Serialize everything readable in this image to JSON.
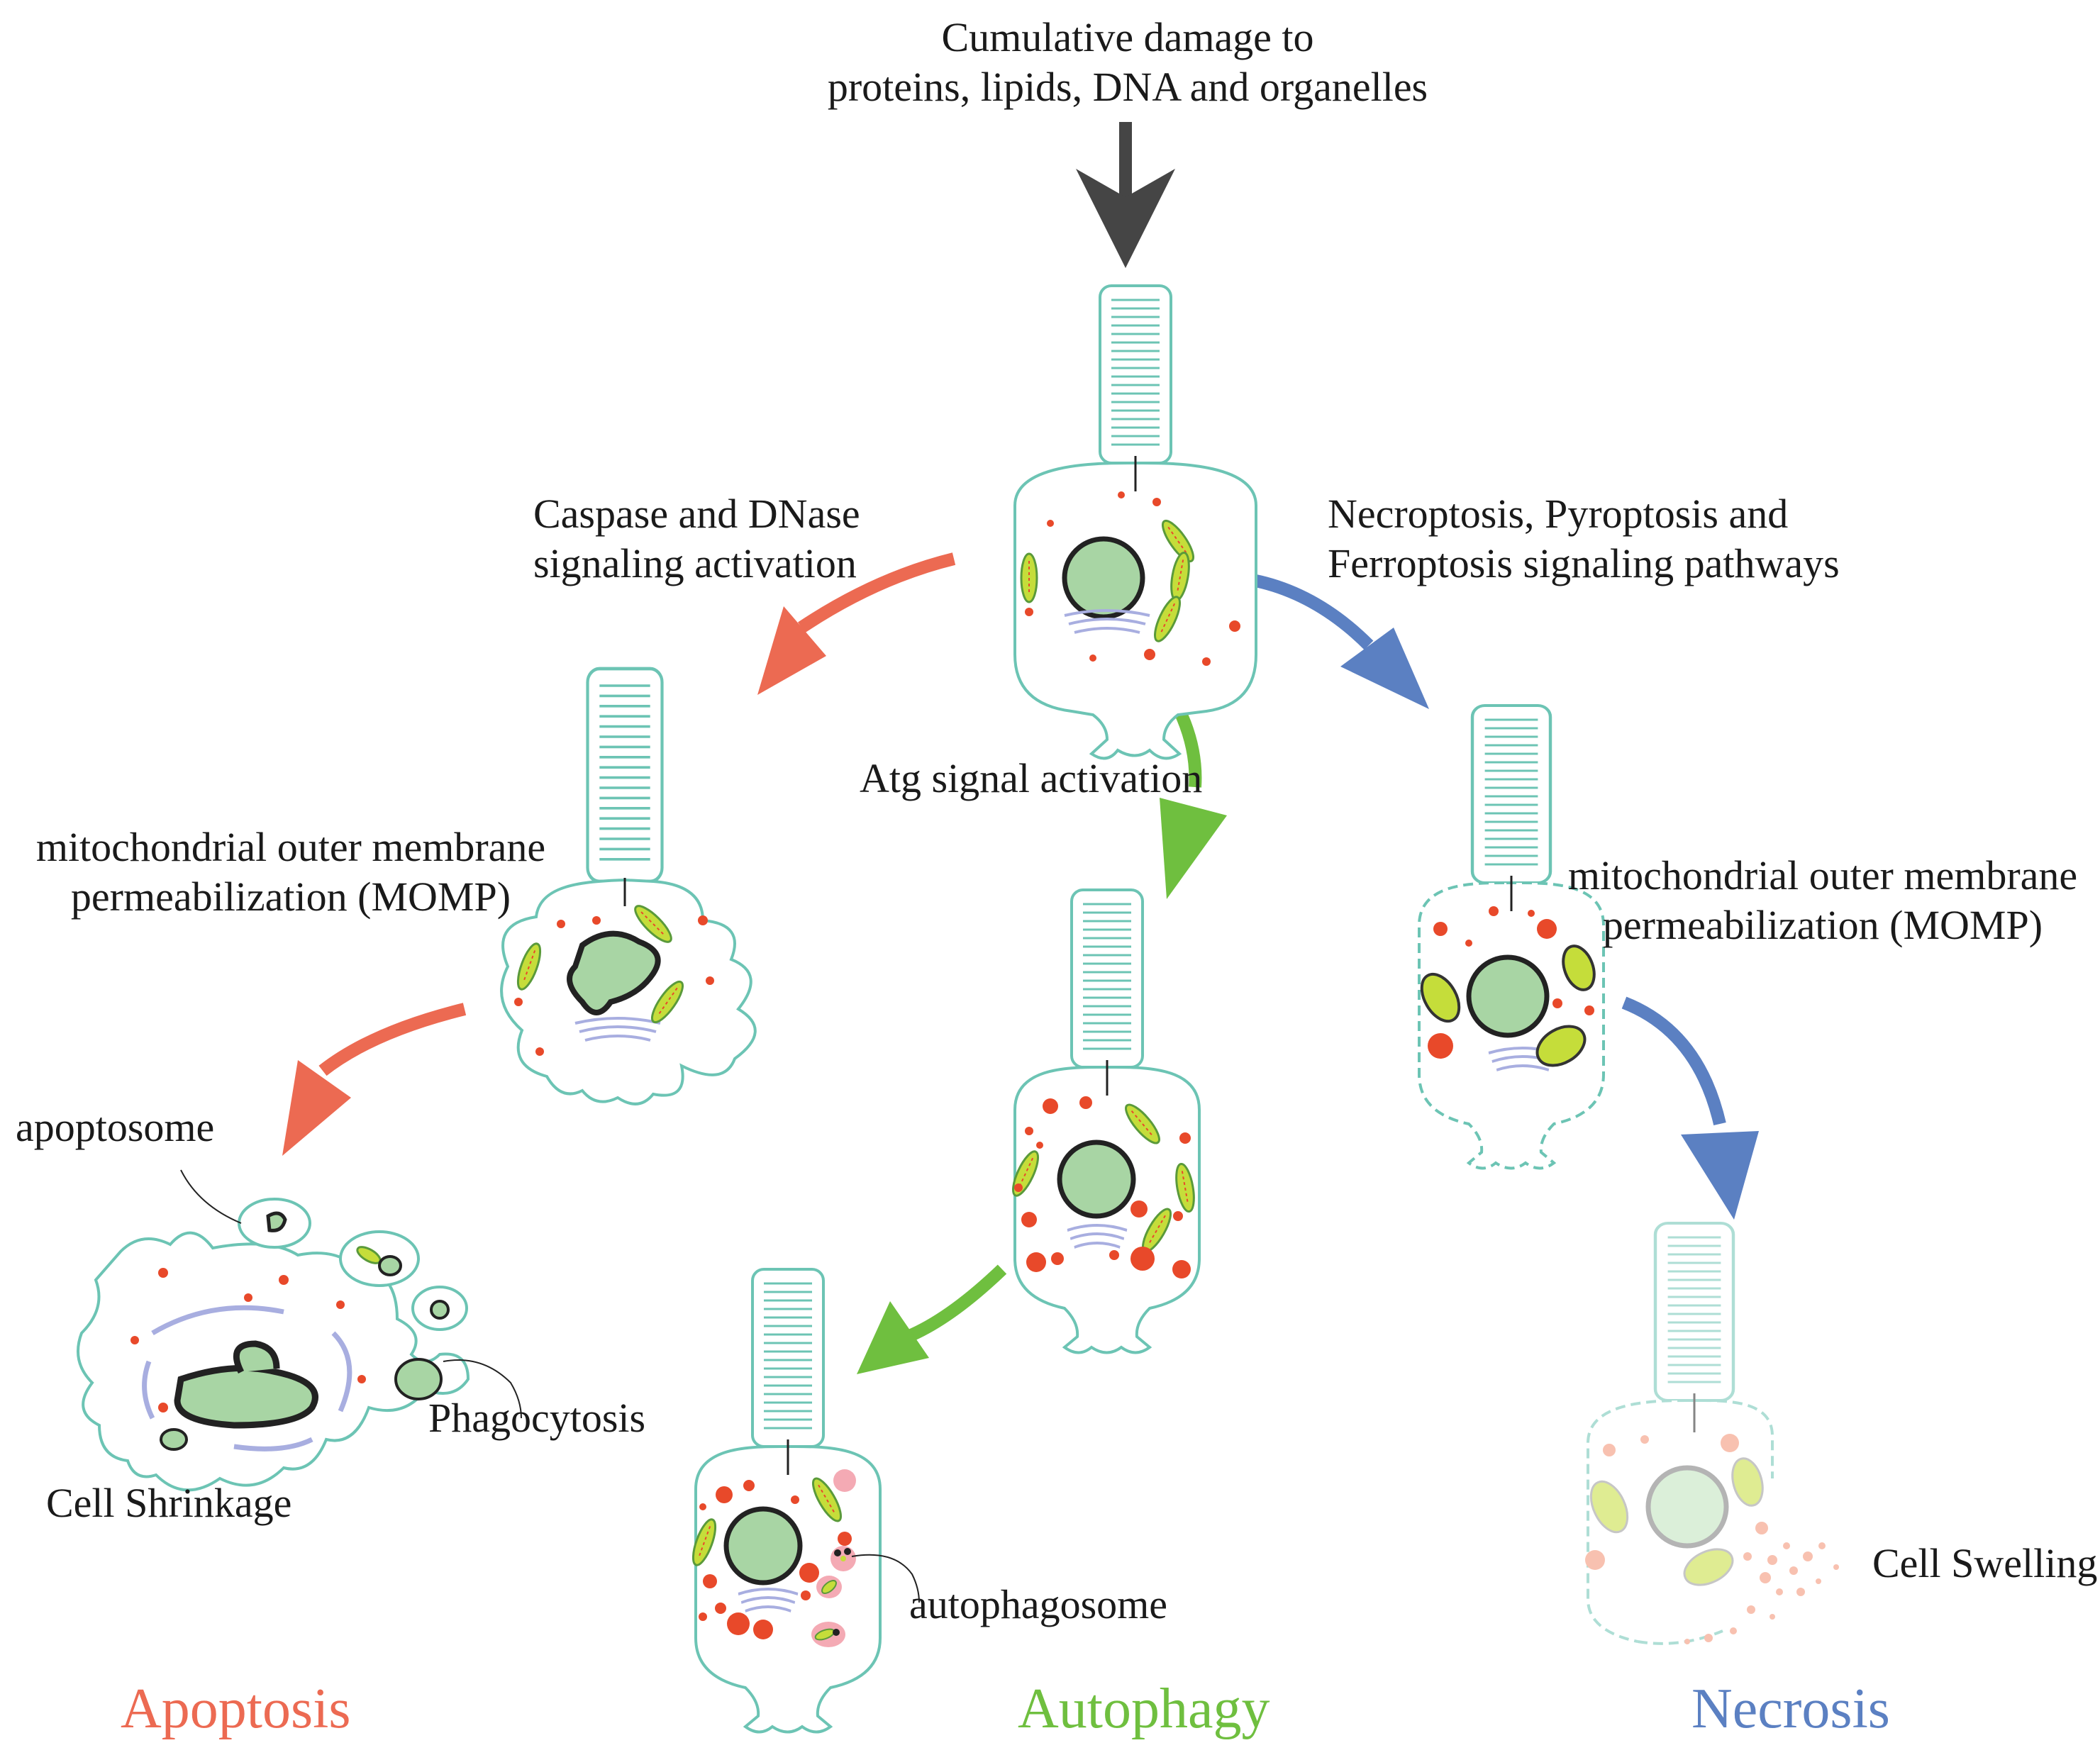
{
  "top_label": {
    "line1": "Cumulative damage to",
    "line2": "proteins, lipids, DNA and organelles"
  },
  "branches": {
    "apoptosis": {
      "signal_line1": "Caspase and DNase",
      "signal_line2": "signaling activation",
      "momp_line1": "mitochondrial outer membrane",
      "momp_line2": "permeabilization (MOMP)",
      "apoptosome": "apoptosome",
      "phagocytosis": "Phagocytosis",
      "shrinkage": "Cell Shrinkage",
      "title": "Apoptosis"
    },
    "autophagy": {
      "signal": "Atg signal activation",
      "autophagosome": "autophagosome",
      "title": "Autophagy"
    },
    "necrosis": {
      "signal_line1": "Necroptosis, Pyroptosis and",
      "signal_line2": "Ferroptosis signaling pathways",
      "momp_line1": "mitochondrial outer membrane",
      "momp_line2": "permeabilization (MOMP)",
      "swelling": "Cell Swelling",
      "title": "Necrosis"
    }
  },
  "colors": {
    "apoptosis": "#ec6a52",
    "autophagy": "#6fbf3f",
    "necrosis": "#5b80c2",
    "damage_arrow": "#454545",
    "membrane": "#6cc4b4",
    "nucleus": "#a8d5a4",
    "mitochondria": "#c5dd3a",
    "lysosome": "#e8492a",
    "vesicle_pink": "#f4aab4",
    "er": "#a8aee0"
  }
}
